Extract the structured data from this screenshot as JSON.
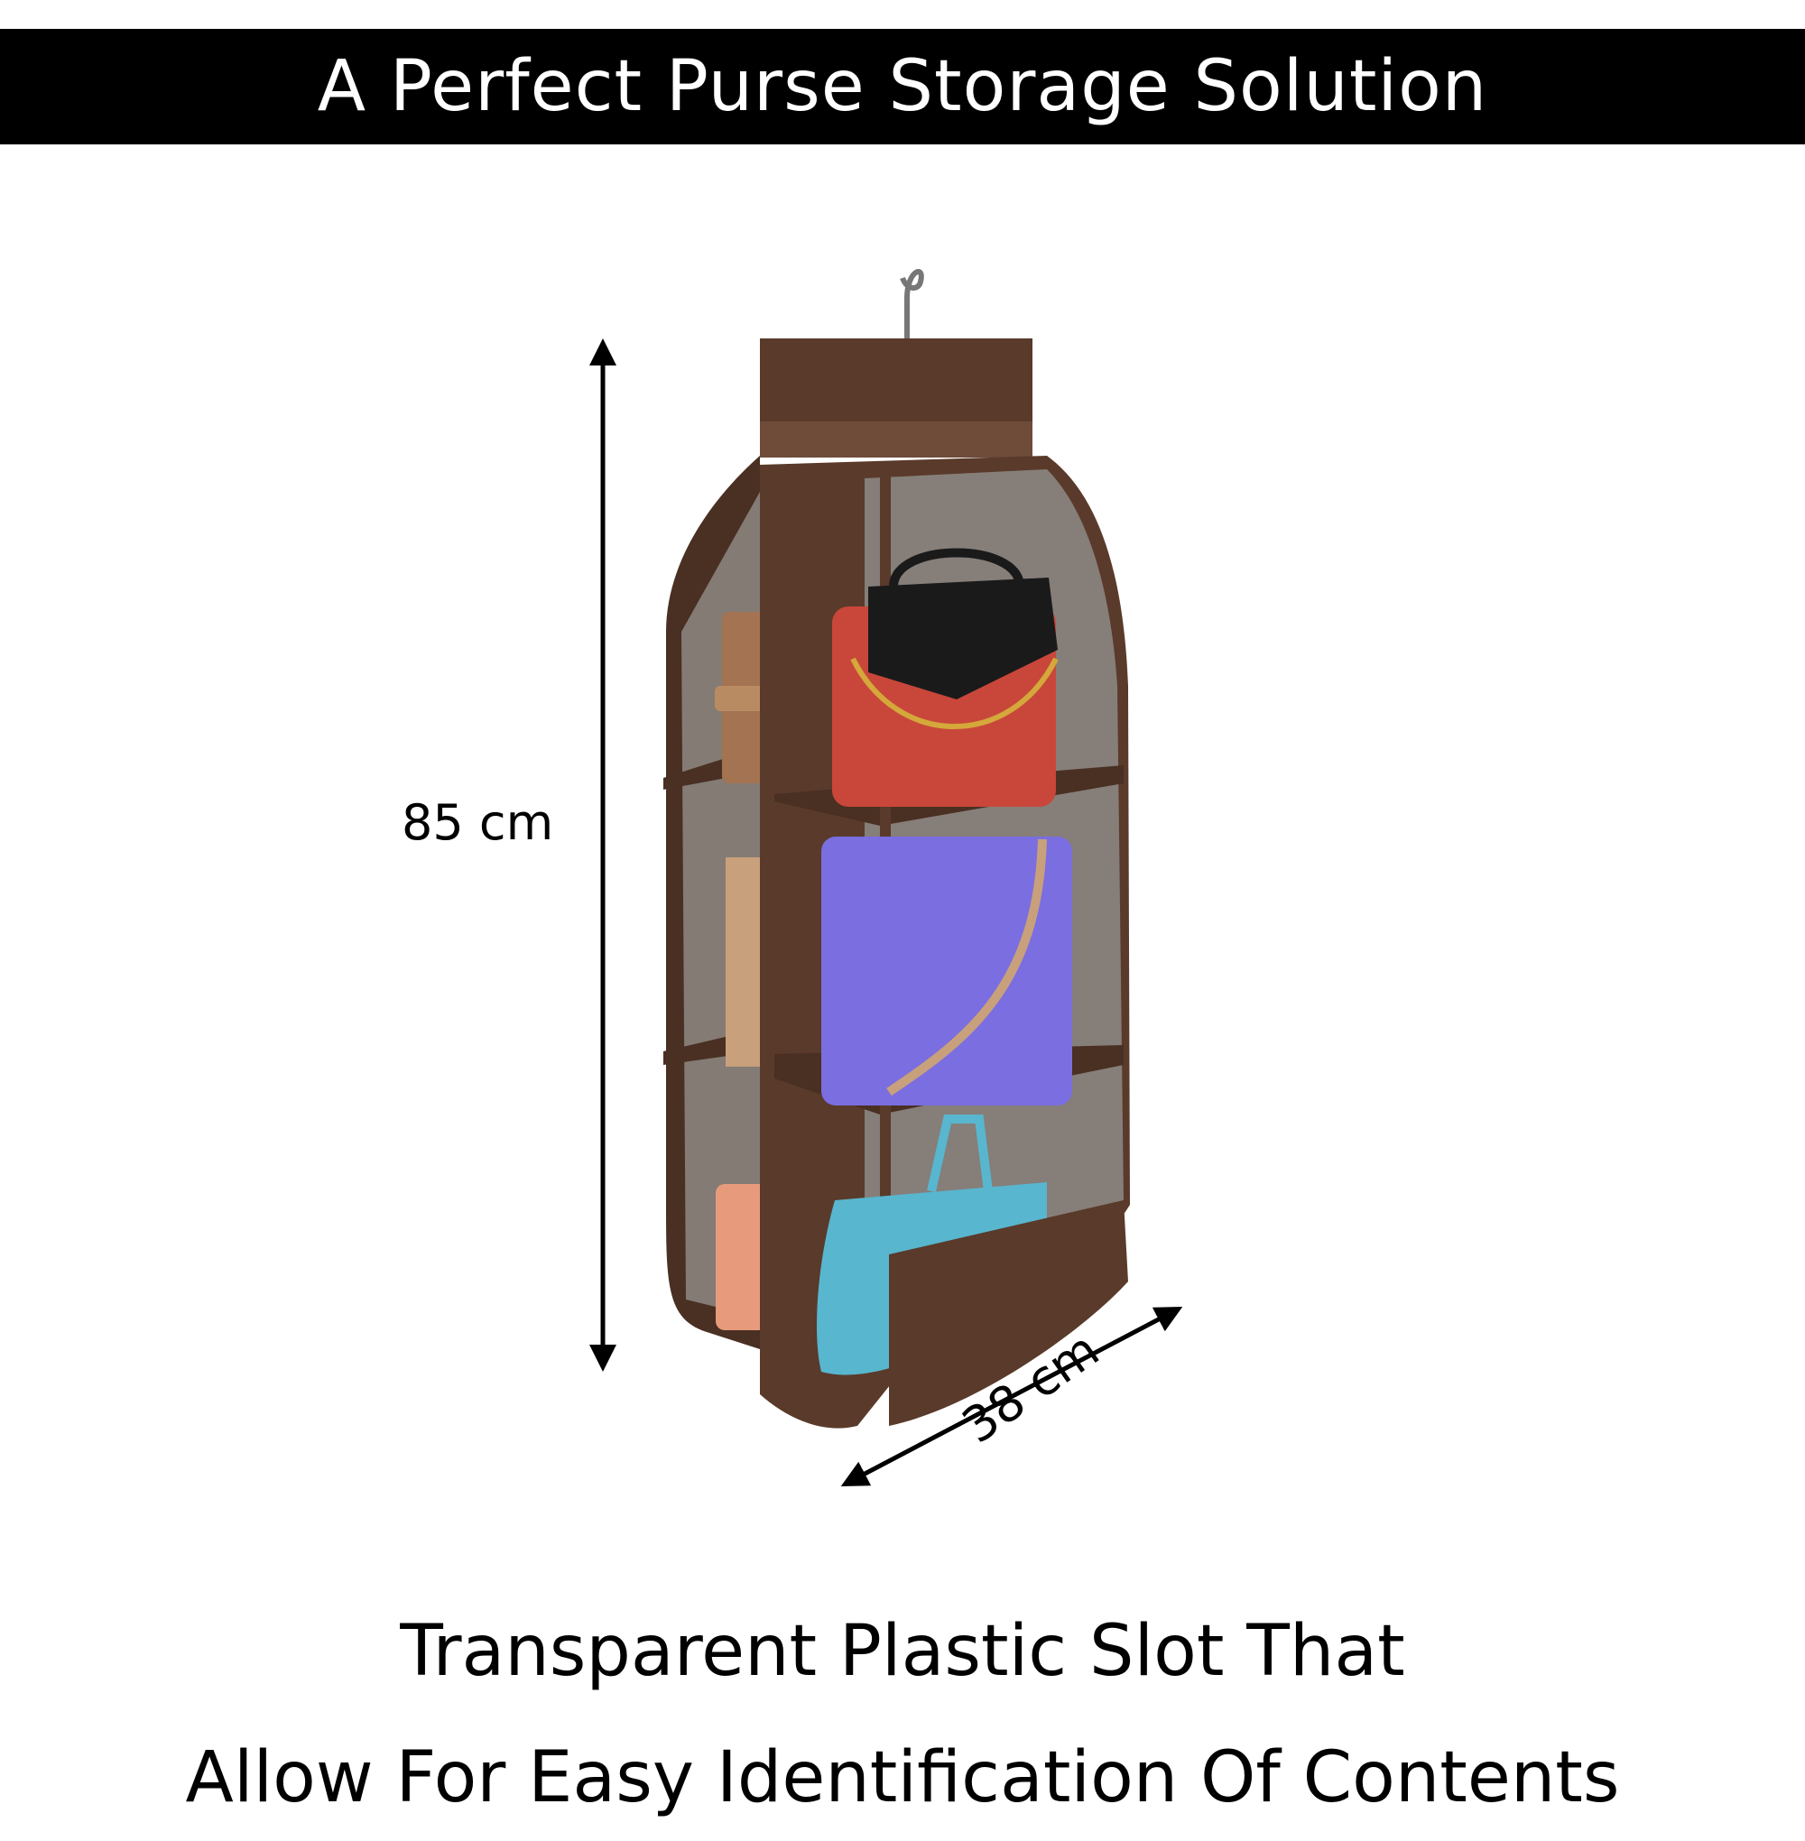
{
  "header": {
    "title": "A Perfect Purse Storage Solution"
  },
  "dimensions": {
    "height_label": "85 cm",
    "width_label": "38 cm"
  },
  "caption": {
    "line1": "Transparent Plastic Slot That",
    "line2": "Allow For Easy Identification Of Contents"
  },
  "product": {
    "name_icon": "hanging-purse-organizer-illustration",
    "fabric_color": "#5a3a2a",
    "window_color": "#8b8682",
    "bag_colors": [
      "#c8473a",
      "#1a1a1a",
      "#7a6ee0",
      "#58b6cf",
      "#e79b7c",
      "#b98b63",
      "#a47452"
    ]
  }
}
